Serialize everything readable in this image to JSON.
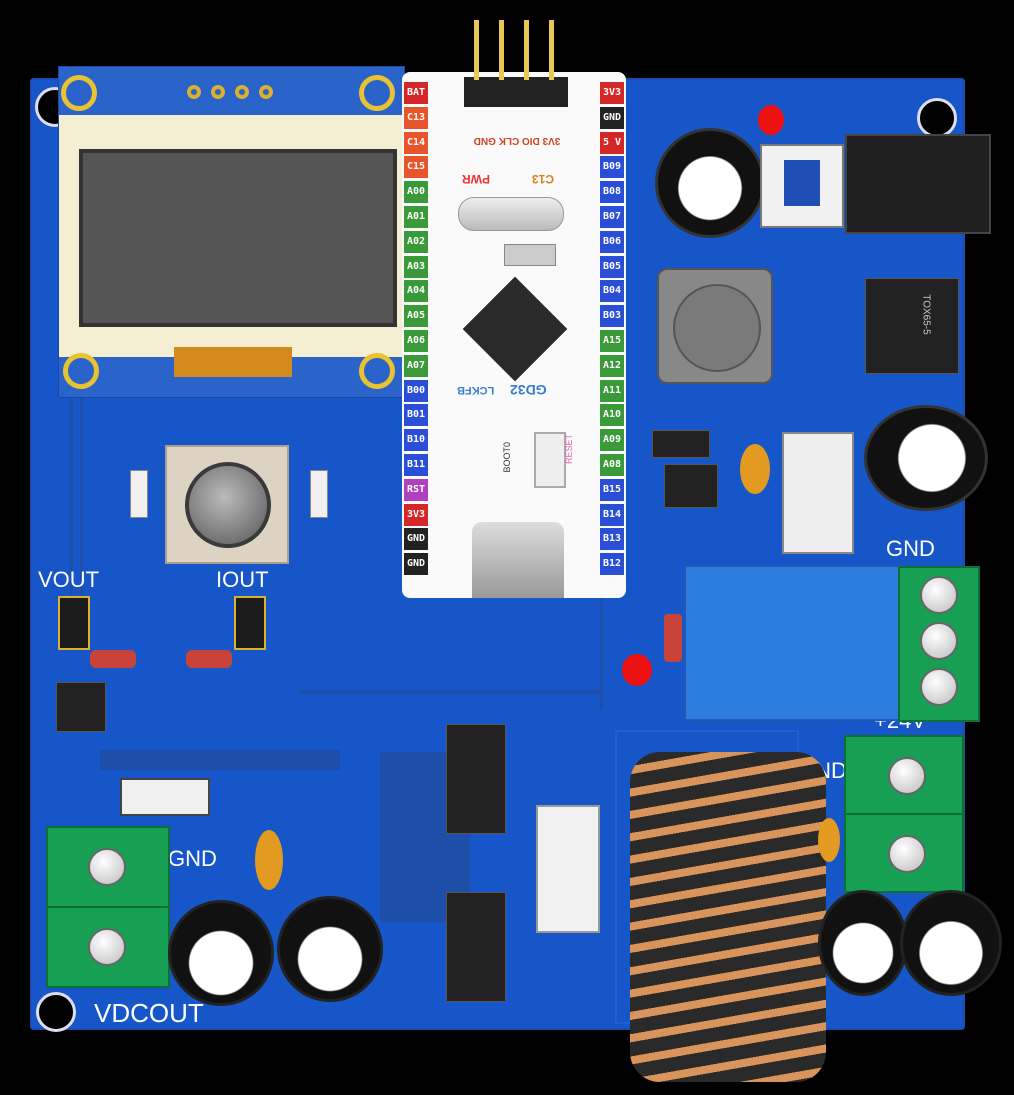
{
  "silkscreen": {
    "vout": "VOUT",
    "iout": "IOUT",
    "gnd_left": "GND",
    "vdcout": "VDCOUT",
    "gnd_right_top": "GND",
    "plus24v": "+24V",
    "gnd_right_mid": "GND",
    "inductor_chip": "TOX65-5"
  },
  "mcu_board": {
    "left_pins": [
      "BAT",
      "C13",
      "C14",
      "C15",
      "A00",
      "A01",
      "A02",
      "A03",
      "A04",
      "A05",
      "A06",
      "A07",
      "B00",
      "B01",
      "B10",
      "B11",
      "RST",
      "3V3",
      "GND",
      "GND"
    ],
    "right_pins": [
      "3V3",
      "GND",
      "5 V",
      "B09",
      "B08",
      "B07",
      "B06",
      "B05",
      "B04",
      "B03",
      "A15",
      "A12",
      "A11",
      "A10",
      "A09",
      "A08",
      "B15",
      "B14",
      "B13",
      "B12"
    ],
    "header_labels": "3V3 DIO CLK GND",
    "pwr": "PWR",
    "c13": "C13",
    "brand": "LCKFB",
    "chip": "GD32",
    "boot": "BOOT0",
    "reset": "RESET",
    "left_colors": [
      "#d42828",
      "#e8552a",
      "#e8552a",
      "#e8552a",
      "#3a9a3a",
      "#3a9a3a",
      "#3a9a3a",
      "#3a9a3a",
      "#3a9a3a",
      "#3a9a3a",
      "#3a9a3a",
      "#3a9a3a",
      "#2a4fd6",
      "#2a4fd6",
      "#2a4fd6",
      "#2a4fd6",
      "#b040c0",
      "#d42828",
      "#222222",
      "#222222"
    ],
    "right_colors": [
      "#d42828",
      "#222222",
      "#d42828",
      "#2a4fd6",
      "#2a4fd6",
      "#2a4fd6",
      "#2a4fd6",
      "#2a4fd6",
      "#2a4fd6",
      "#2a4fd6",
      "#3a9a3a",
      "#3a9a3a",
      "#3a9a3a",
      "#3a9a3a",
      "#3a9a3a",
      "#3a9a3a",
      "#2a4fd6",
      "#2a4fd6",
      "#2a4fd6",
      "#2a4fd6"
    ]
  },
  "colors": {
    "pcb": "#1656c8",
    "terminal": "#17a054",
    "relay": "#2d7de0",
    "oled_frame": "#f4efd2"
  }
}
